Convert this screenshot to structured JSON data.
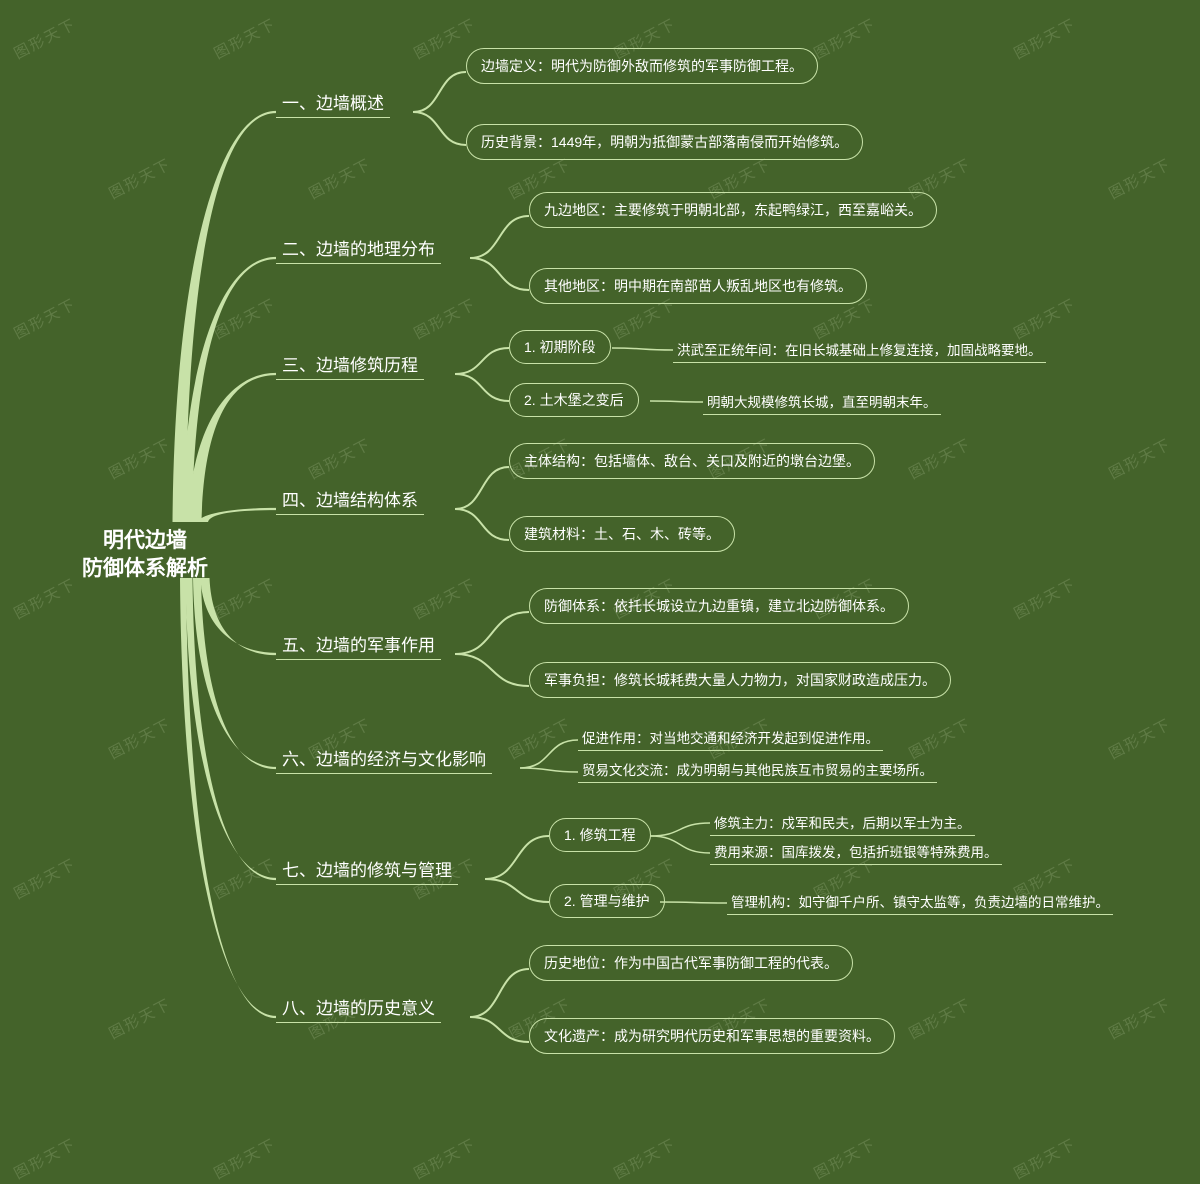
{
  "background_color": "#44632a",
  "branch_color": "#c8e2a8",
  "text_color": "#ffffff",
  "watermark": {
    "text": "图形天下"
  },
  "root": {
    "line1": "明代边墙",
    "line2": "防御体系解析"
  },
  "topics": [
    {
      "label": "一、边墙概述",
      "children": [
        {
          "text": "边墙定义：明代为防御外敌而修筑的军事防御工程。",
          "style": "pill"
        },
        {
          "text": "历史背景：1449年，明朝为抵御蒙古部落南侵而开始修筑。",
          "style": "pill"
        }
      ]
    },
    {
      "label": "二、边墙的地理分布",
      "children": [
        {
          "text": "九边地区：主要修筑于明朝北部，东起鸭绿江，西至嘉峪关。",
          "style": "pill"
        },
        {
          "text": "其他地区：明中期在南部苗人叛乱地区也有修筑。",
          "style": "pill"
        }
      ]
    },
    {
      "label": "三、边墙修筑历程",
      "children": [
        {
          "text": "1. 初期阶段",
          "style": "pill",
          "children": [
            {
              "text": "洪武至正统年间：在旧长城基础上修复连接，加固战略要地。",
              "style": "line"
            }
          ]
        },
        {
          "text": "2. 土木堡之变后",
          "style": "pill",
          "children": [
            {
              "text": "明朝大规模修筑长城，直至明朝末年。",
              "style": "line"
            }
          ]
        }
      ]
    },
    {
      "label": "四、边墙结构体系",
      "children": [
        {
          "text": "主体结构：包括墙体、敌台、关口及附近的墩台边堡。",
          "style": "pill"
        },
        {
          "text": "建筑材料：土、石、木、砖等。",
          "style": "pill"
        }
      ]
    },
    {
      "label": "五、边墙的军事作用",
      "children": [
        {
          "text": "防御体系：依托长城设立九边重镇，建立北边防御体系。",
          "style": "pill"
        },
        {
          "text": "军事负担：修筑长城耗费大量人力物力，对国家财政造成压力。",
          "style": "pill"
        }
      ]
    },
    {
      "label": "六、边墙的经济与文化影响",
      "children": [
        {
          "text": "促进作用：对当地交通和经济开发起到促进作用。",
          "style": "line"
        },
        {
          "text": "贸易文化交流：成为明朝与其他民族互市贸易的主要场所。",
          "style": "line"
        }
      ]
    },
    {
      "label": "七、边墙的修筑与管理",
      "children": [
        {
          "text": "1. 修筑工程",
          "style": "pill",
          "children": [
            {
              "text": "修筑主力：戍军和民夫，后期以军士为主。",
              "style": "line"
            },
            {
              "text": "费用来源：国库拨发，包括折班银等特殊费用。",
              "style": "line"
            }
          ]
        },
        {
          "text": "2. 管理与维护",
          "style": "pill",
          "children": [
            {
              "text": "管理机构：如守御千户所、镇守太监等，负责边墙的日常维护。",
              "style": "line"
            }
          ]
        }
      ]
    },
    {
      "label": "八、边墙的历史意义",
      "children": [
        {
          "text": "历史地位：作为中国古代军事防御工程的代表。",
          "style": "pill"
        },
        {
          "text": "文化遗产：成为研究明代历史和军事思想的重要资料。",
          "style": "pill"
        }
      ]
    }
  ]
}
